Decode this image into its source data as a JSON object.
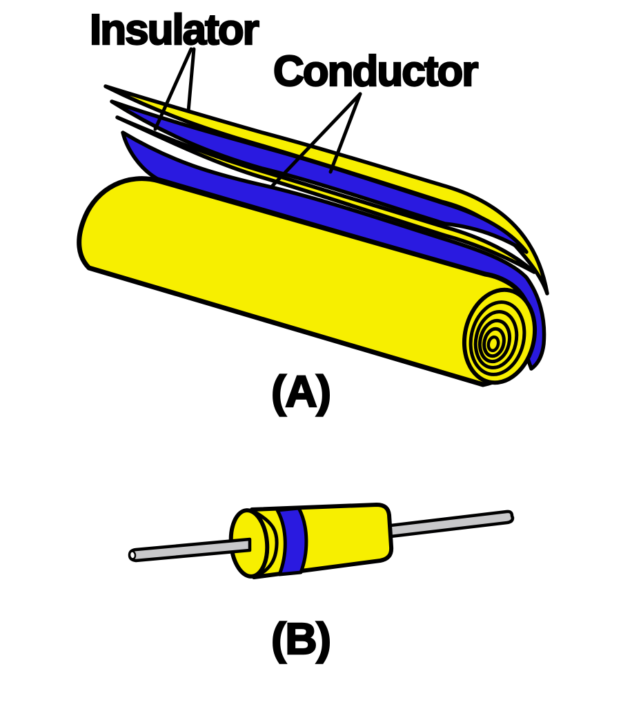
{
  "figure": {
    "labels": {
      "insulator": "Insulator",
      "conductor": "Conductor"
    },
    "captions": {
      "part_a": "(A)",
      "part_b": "(B)"
    }
  },
  "colors": {
    "background": "#FFFFFF",
    "insulator_yellow": "#F7EF00",
    "conductor_blue": "#2A1AE0",
    "outline": "#000000",
    "lead_gray": "#C8C8CA",
    "lead_tip_highlight": "#FFFFFF",
    "text": "#000000"
  }
}
